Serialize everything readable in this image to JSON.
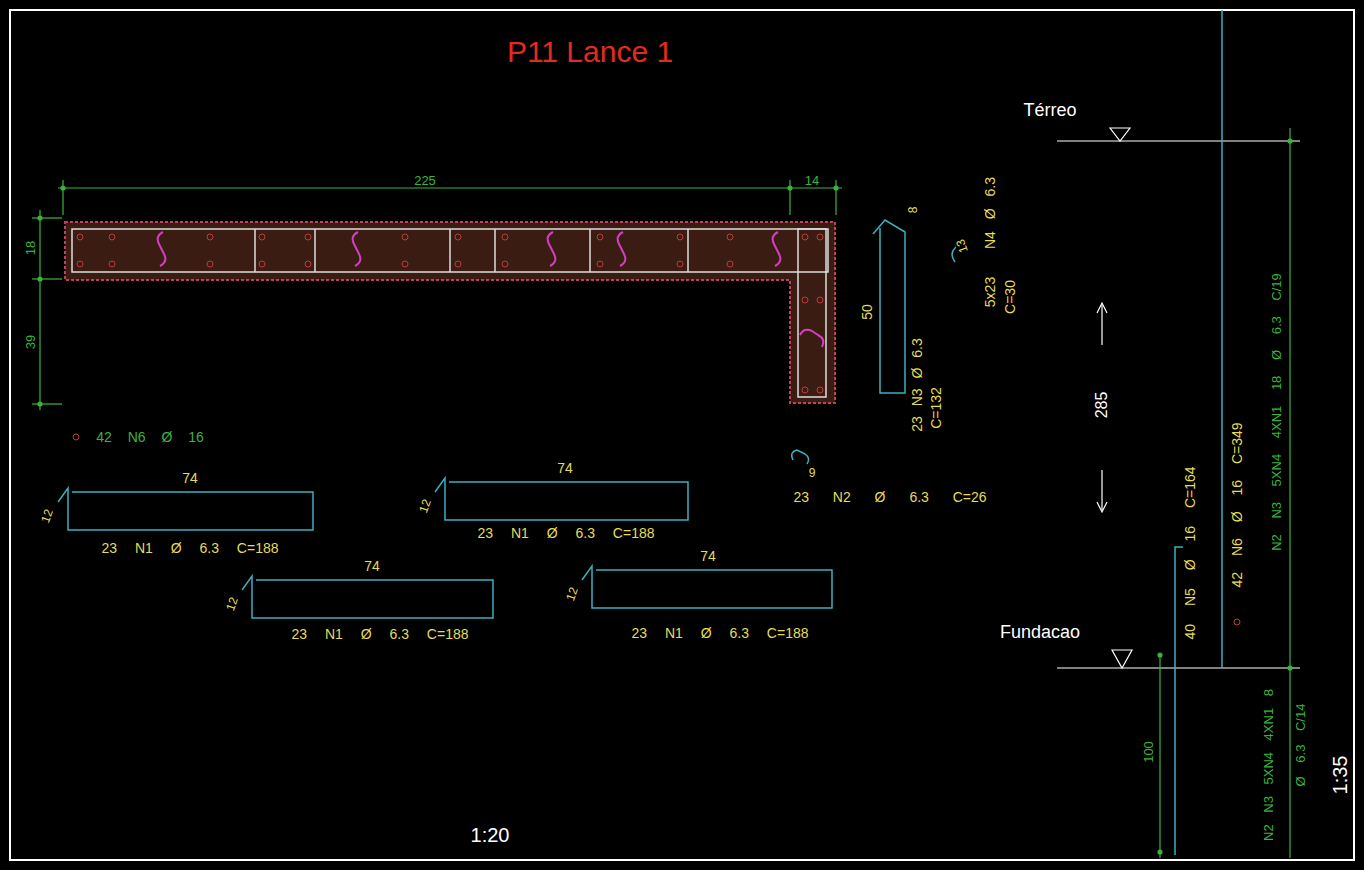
{
  "diagram": {
    "title": "P11 Lance 1",
    "labels": [
      "225",
      "14",
      "18",
      "39",
      "42 N6 Ø 16",
      "74",
      "12",
      "23 N1 Ø 6.3 C=188",
      "74",
      "12",
      "23 N1 Ø 6.3 C=188",
      "74",
      "12",
      "23 N1 Ø 6.3 C=188",
      "74",
      "12",
      "23 N1 Ø 6.3 C=188",
      "8",
      "50",
      "23 N3 Ø 6.3",
      "C=132",
      "13",
      "N4 Ø 6.3",
      "5x23",
      "C=30",
      "9",
      "23 N2 Ø 6.3 C=26",
      "Térreo",
      "Fundacao",
      "285",
      "40 N5 Ø 16 C=164",
      "42 N6 Ø 16 C=349",
      "N2 N3 5XN4 4XN1 18 Ø 6.3 C/19",
      "N2 N3 5XN4 4XN1 8",
      "Ø 6.3 C/14",
      "100",
      "1:20",
      "1:35"
    ]
  }
}
